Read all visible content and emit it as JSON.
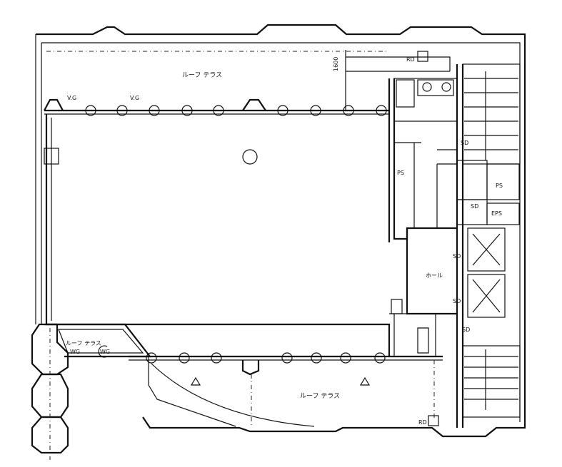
{
  "plan": {
    "top_terrace": "ルーフ テラス",
    "vg_left": "V.G",
    "vg_right": "V.G",
    "dimension": "1600",
    "rd_top": "RD",
    "sd_labels": [
      "SD",
      "SD",
      "SD",
      "SD",
      "SD"
    ],
    "ps_left": "PS",
    "ps_right": "PS",
    "eps": "EPS",
    "hall": "ホール",
    "small_terrace": "ルーフ テラス",
    "wg_left": "WG",
    "wg_right": "WG",
    "bottom_terrace": "ルーフ テラス",
    "rd_bottom": "RD"
  }
}
